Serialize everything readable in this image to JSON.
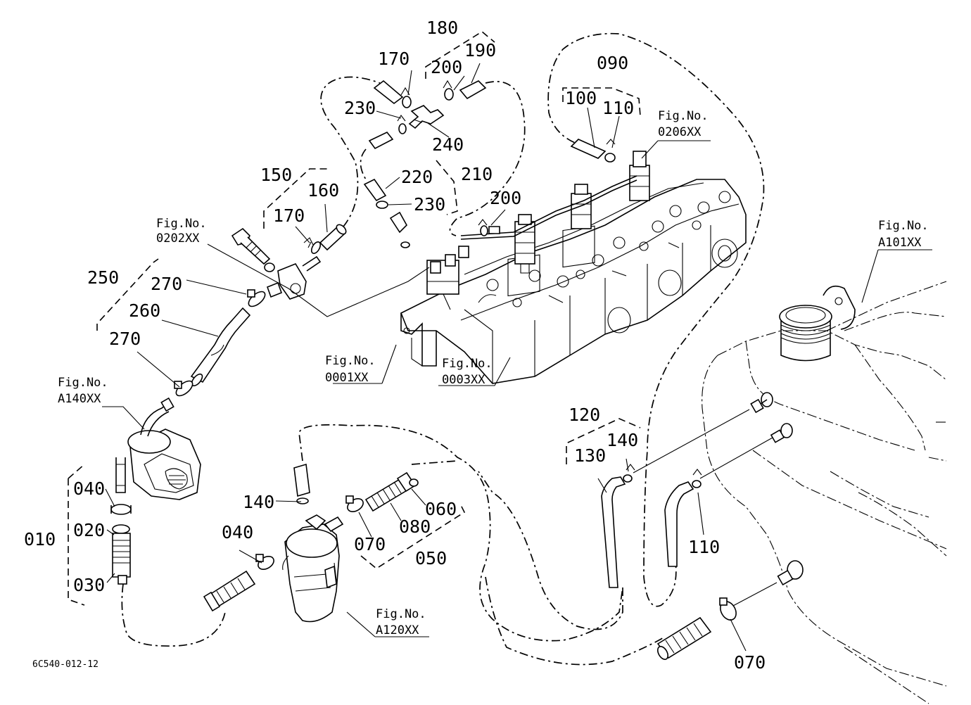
{
  "diagram": {
    "drawing_code": "6C540-012-12",
    "part_numbers": {
      "p010": "010",
      "p020": "020",
      "p030": "030",
      "p040a": "040",
      "p040b": "040",
      "p050": "050",
      "p060": "060",
      "p070a": "070",
      "p070b": "070",
      "p080": "080",
      "p090": "090",
      "p100": "100",
      "p110a": "110",
      "p110b": "110",
      "p120": "120",
      "p130": "130",
      "p140a": "140",
      "p140b": "140",
      "p150": "150",
      "p160": "160",
      "p170a": "170",
      "p170b": "170",
      "p180": "180",
      "p190": "190",
      "p200a": "200",
      "p200b": "200",
      "p210": "210",
      "p220": "220",
      "p230a": "230",
      "p230b": "230",
      "p240": "240",
      "p250": "250",
      "p260": "260",
      "p270a": "270",
      "p270b": "270"
    },
    "figure_refs": {
      "fig_prefix": "Fig.No.",
      "r0202": "0202XX",
      "r0206": "0206XX",
      "rA101": "A101XX",
      "rA140": "A140XX",
      "r0001": "0001XX",
      "r0003": "0003XX",
      "rA120": "A120XX"
    }
  }
}
